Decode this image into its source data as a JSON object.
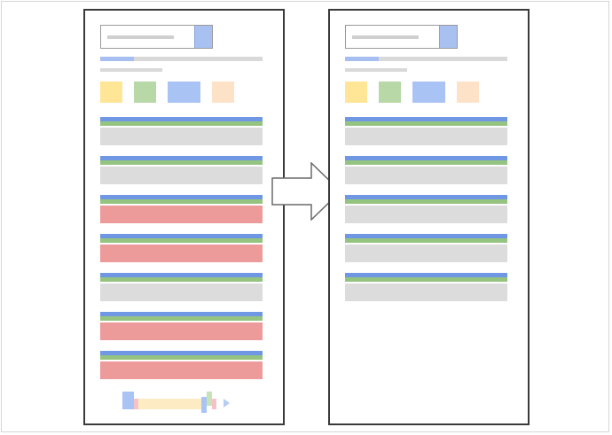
{
  "diagram": {
    "panels": [
      {
        "id": "before",
        "search": {
          "has_button": true
        },
        "progress": {
          "fill_fraction": 0.21
        },
        "filter_chips": [
          {
            "name": "yellow",
            "color": "#ffe596"
          },
          {
            "name": "green",
            "color": "#b8d8a8"
          },
          {
            "name": "blue",
            "color": "#a9c4f4"
          },
          {
            "name": "peach",
            "color": "#fde2c8"
          }
        ],
        "rows": [
          {
            "body_color": "#dcdcdc"
          },
          {
            "body_color": "#dcdcdc"
          },
          {
            "body_color": "#ec9a9a"
          },
          {
            "body_color": "#ec9a9a"
          },
          {
            "body_color": "#dcdcdc"
          },
          {
            "body_color": "#ec9a9a"
          },
          {
            "body_color": "#ec9a9a"
          }
        ],
        "has_pager": true
      },
      {
        "id": "after",
        "search": {
          "has_button": true
        },
        "progress": {
          "fill_fraction": 0.21
        },
        "filter_chips": [
          {
            "name": "yellow",
            "color": "#ffe596"
          },
          {
            "name": "green",
            "color": "#b8d8a8"
          },
          {
            "name": "blue",
            "color": "#a9c4f4"
          },
          {
            "name": "peach",
            "color": "#fde2c8"
          }
        ],
        "rows": [
          {
            "body_color": "#dcdcdc"
          },
          {
            "body_color": "#dcdcdc"
          },
          {
            "body_color": "#dcdcdc"
          },
          {
            "body_color": "#dcdcdc"
          },
          {
            "body_color": "#dcdcdc"
          }
        ],
        "has_pager": false
      }
    ],
    "transition_icon": "right-arrow-icon",
    "colors": {
      "row_header_blue": "#6f97e4",
      "row_header_green": "#94c47f",
      "row_normal": "#dcdcdc",
      "row_flagged": "#ec9a9a",
      "panel_border": "#3a3a3a"
    }
  }
}
